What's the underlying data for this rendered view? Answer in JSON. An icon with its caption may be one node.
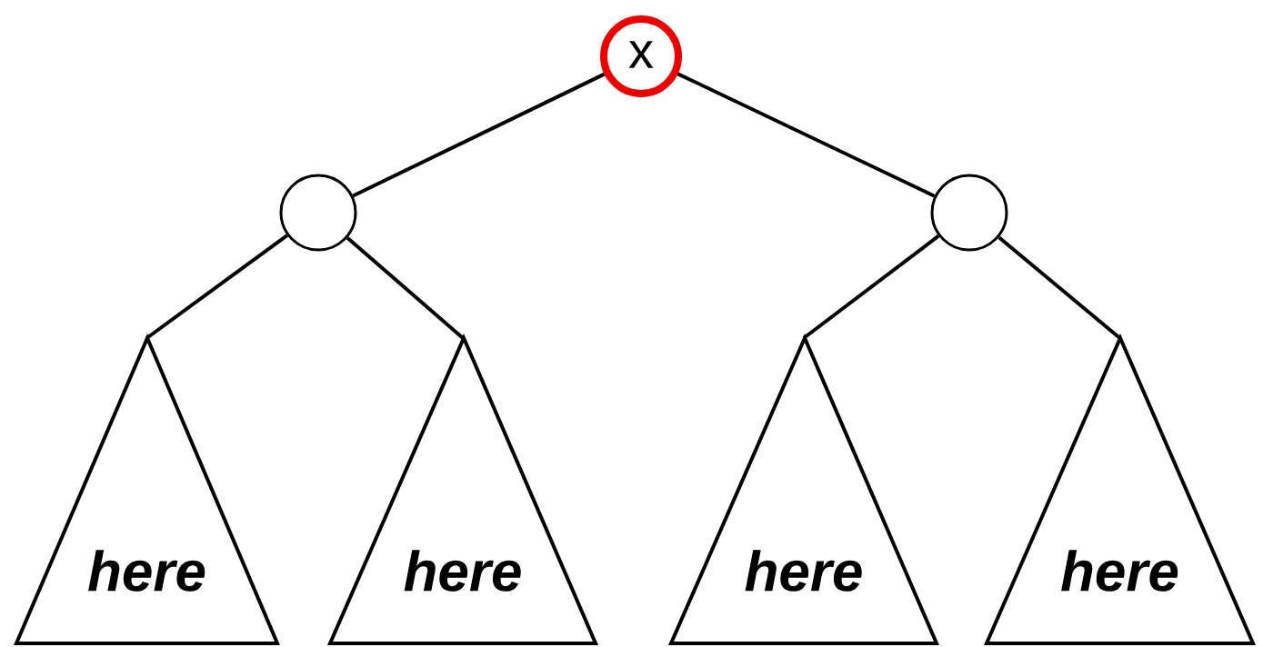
{
  "diagram": {
    "nodes": [
      {
        "text": [
          "x"
        ]
      },
      {
        "text": [],
        "shape": "circle"
      },
      {
        "text": [],
        "shape": "circle"
      },
      {
        "text": [
          "here"
        ]
      },
      {
        "text": [
          "here"
        ]
      },
      {
        "text": [
          "here"
        ]
      },
      {
        "text": [
          "here"
        ]
      }
    ],
    "edges": [
      {
        "from": 0,
        "to": 1,
        "arrow": "none"
      },
      {
        "from": 0,
        "to": 2,
        "arrow": "none"
      },
      {
        "from": 1,
        "to": 3,
        "arrow": "none"
      },
      {
        "from": 1,
        "to": 4,
        "arrow": "none"
      },
      {
        "from": 2,
        "to": 5,
        "arrow": "none"
      },
      {
        "from": 2,
        "to": 6,
        "arrow": "none"
      }
    ]
  }
}
